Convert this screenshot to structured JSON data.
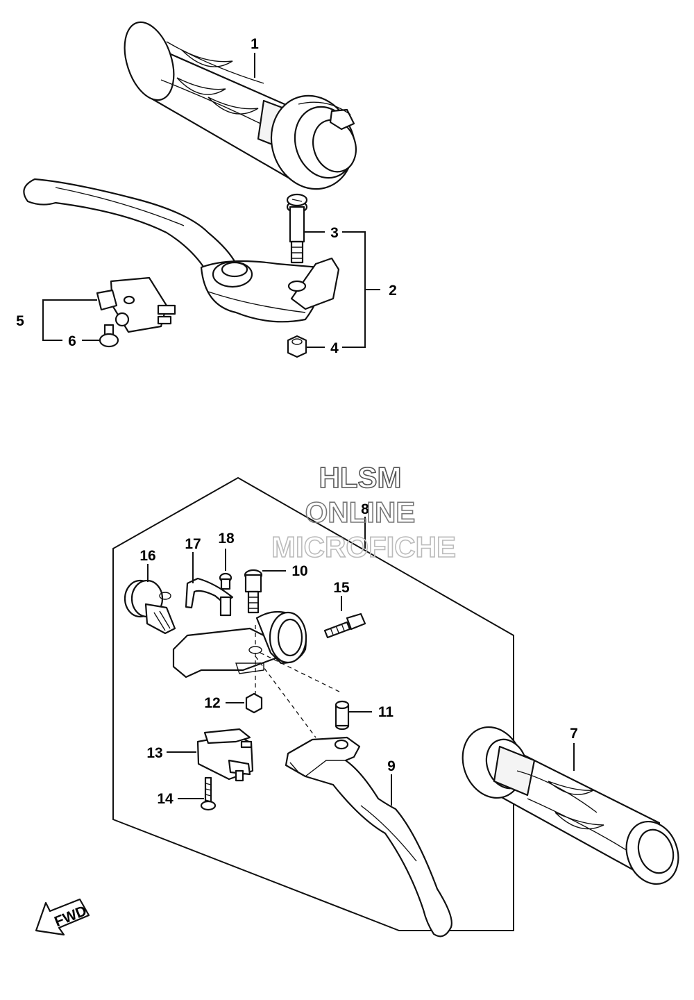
{
  "callouts": [
    "1",
    "2",
    "3",
    "4",
    "5",
    "6",
    "7",
    "8",
    "9",
    "10",
    "11",
    "12",
    "13",
    "14",
    "15",
    "16",
    "17",
    "18"
  ],
  "watermark": {
    "line1": "HLSM",
    "line2": "ONLINE",
    "line3": "MICROFICHE",
    "color1": "#555555",
    "color2": "#777777",
    "color3": "#bbbbbb"
  },
  "fwd_label": "FWD"
}
